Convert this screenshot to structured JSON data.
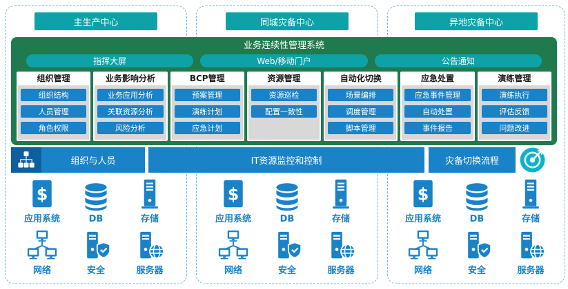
{
  "centers": [
    {
      "label": "主生产中心"
    },
    {
      "label": "同城灾备中心"
    },
    {
      "label": "异地灾备中心"
    }
  ],
  "system": {
    "title": "业务连续性管理系统",
    "portals": [
      {
        "label": "指挥大屏"
      },
      {
        "label": "Web/移动门户"
      },
      {
        "label": "公告通知"
      }
    ],
    "modules": [
      {
        "title": "组织管理",
        "items": [
          "组织结构",
          "人员管理",
          "角色权限"
        ]
      },
      {
        "title": "业务影响分析",
        "items": [
          "业务应用分析",
          "关联资源分析",
          "风险分析"
        ]
      },
      {
        "title": "BCP管理",
        "items": [
          "预案管理",
          "演练计划",
          "应急计划"
        ]
      },
      {
        "title": "资源管理",
        "items": [
          "资源巡检",
          "配置一致性"
        ]
      },
      {
        "title": "自动化切换",
        "items": [
          "场景编排",
          "调度管理",
          "脚本管理"
        ]
      },
      {
        "title": "应急处置",
        "items": [
          "应急事件管理",
          "自动处置",
          "事件报告"
        ]
      },
      {
        "title": "演练管理",
        "items": [
          "演练执行",
          "评估反馈",
          "问题改进"
        ]
      }
    ]
  },
  "middle_band": {
    "org_people": "组织与人员",
    "it_monitor": "IT资源监控和控制",
    "dr_switch": "灾备切换流程",
    "icons": {
      "org": "org-network-icon",
      "target": "target-arrow-icon"
    }
  },
  "infrastructure": {
    "items": [
      {
        "label": "应用系统",
        "icon": "app-system-icon"
      },
      {
        "label": "DB",
        "icon": "database-icon"
      },
      {
        "label": "存储",
        "icon": "storage-icon"
      },
      {
        "label": "网络",
        "icon": "network-icon"
      },
      {
        "label": "安全",
        "icon": "security-icon"
      },
      {
        "label": "服务器",
        "icon": "server-icon"
      }
    ]
  },
  "colors": {
    "teal": "#0da2a8",
    "green": "#1f7b4d",
    "blue": "#1a82c6",
    "dark_blue": "#0d5f9f",
    "target_teal": "#0cb2cb",
    "module_gray": "#d8d8d8",
    "dashed_border": "#6ab7e3"
  }
}
